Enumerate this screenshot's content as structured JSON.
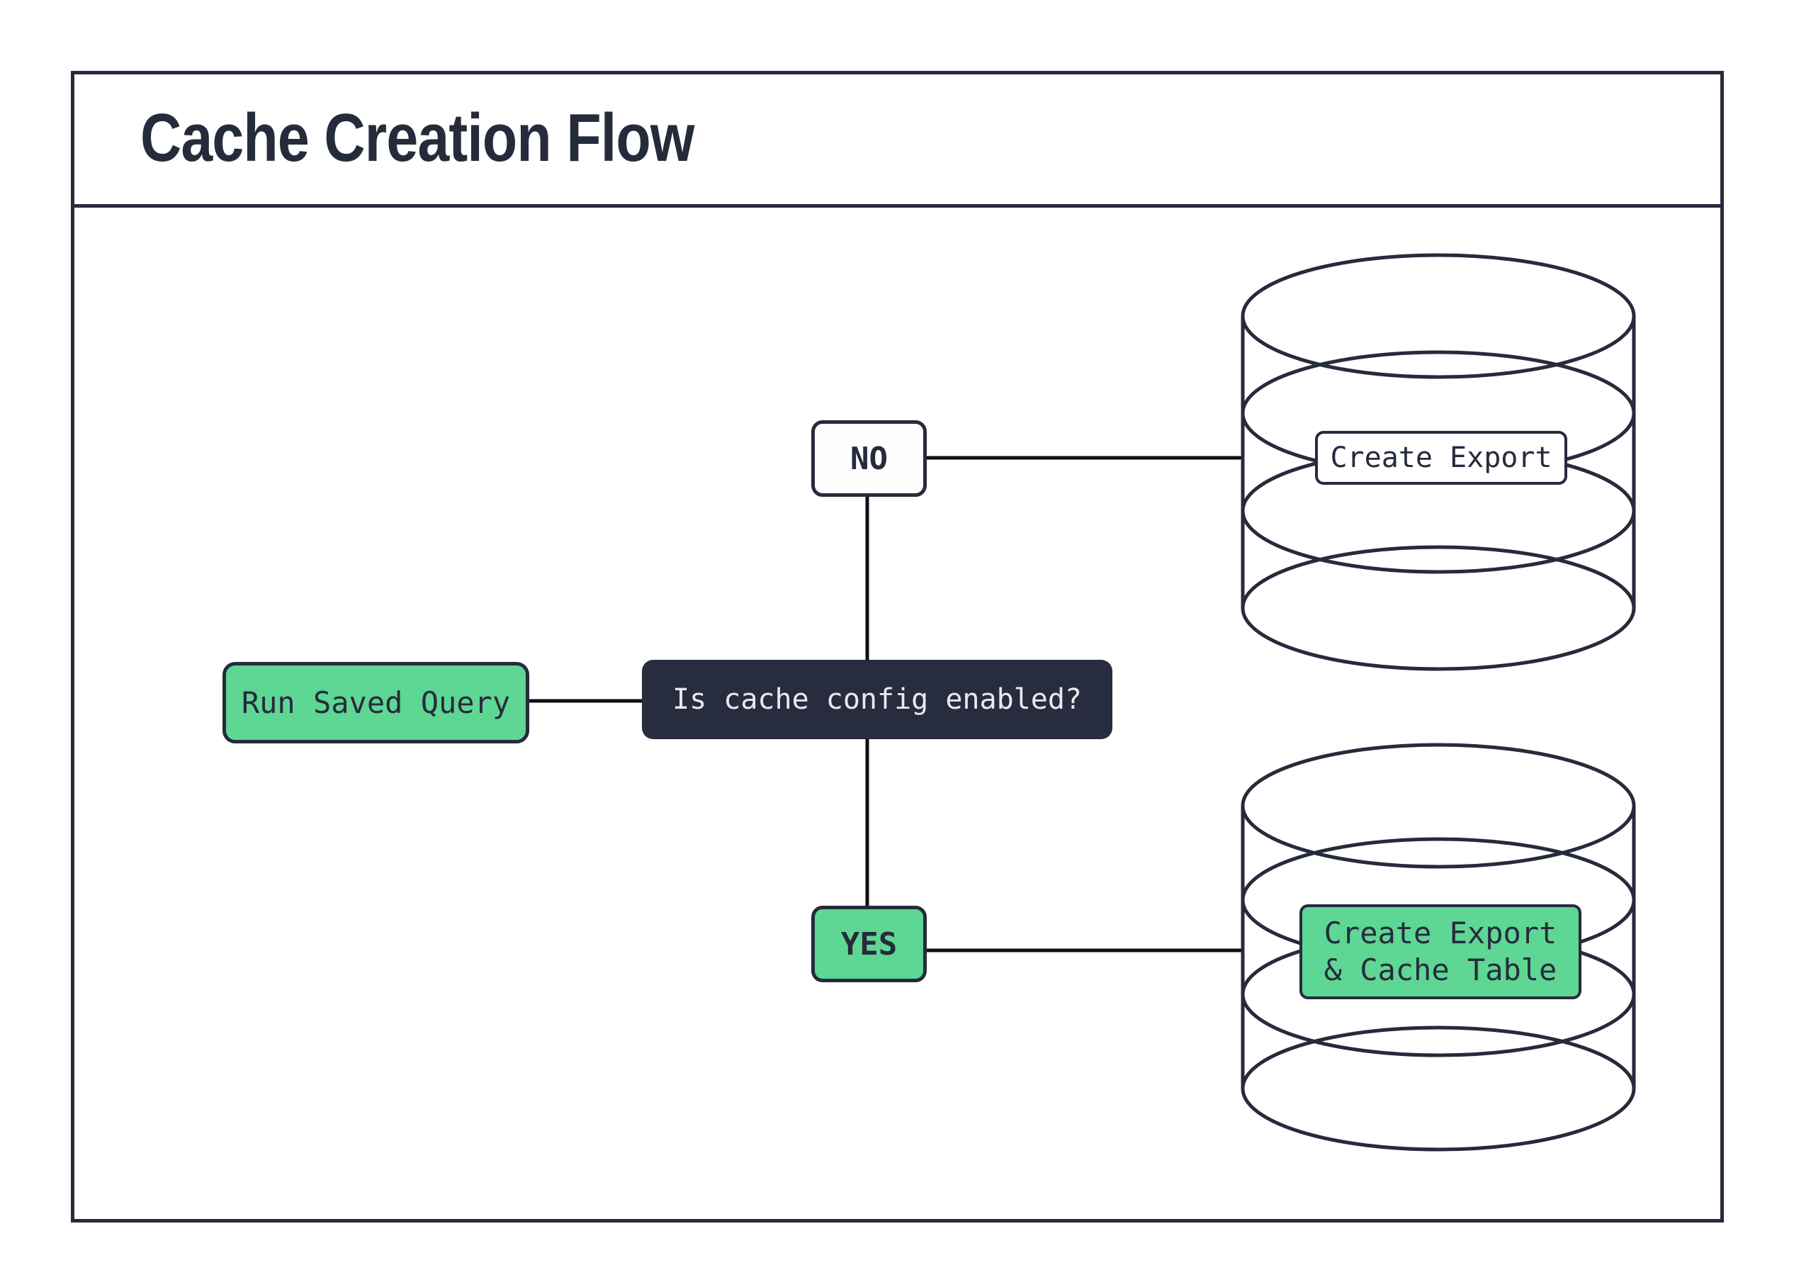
{
  "header": {
    "title": "Cache Creation Flow"
  },
  "colors": {
    "ink": "#262b3c",
    "connector": "#0e0f14",
    "green": "#5ed694",
    "decision_bg": "#272c3e",
    "decision_text": "#e9eaee",
    "paper": "#ffffff"
  },
  "flow": {
    "start": {
      "label": "Run Saved Query"
    },
    "decision": {
      "label": "Is cache config enabled?"
    },
    "branch_no": {
      "label": "NO"
    },
    "branch_yes": {
      "label": "YES"
    },
    "db_no_action": {
      "label": "Create Export"
    },
    "db_yes_action": {
      "label": "Create Export\n& Cache Table"
    }
  }
}
